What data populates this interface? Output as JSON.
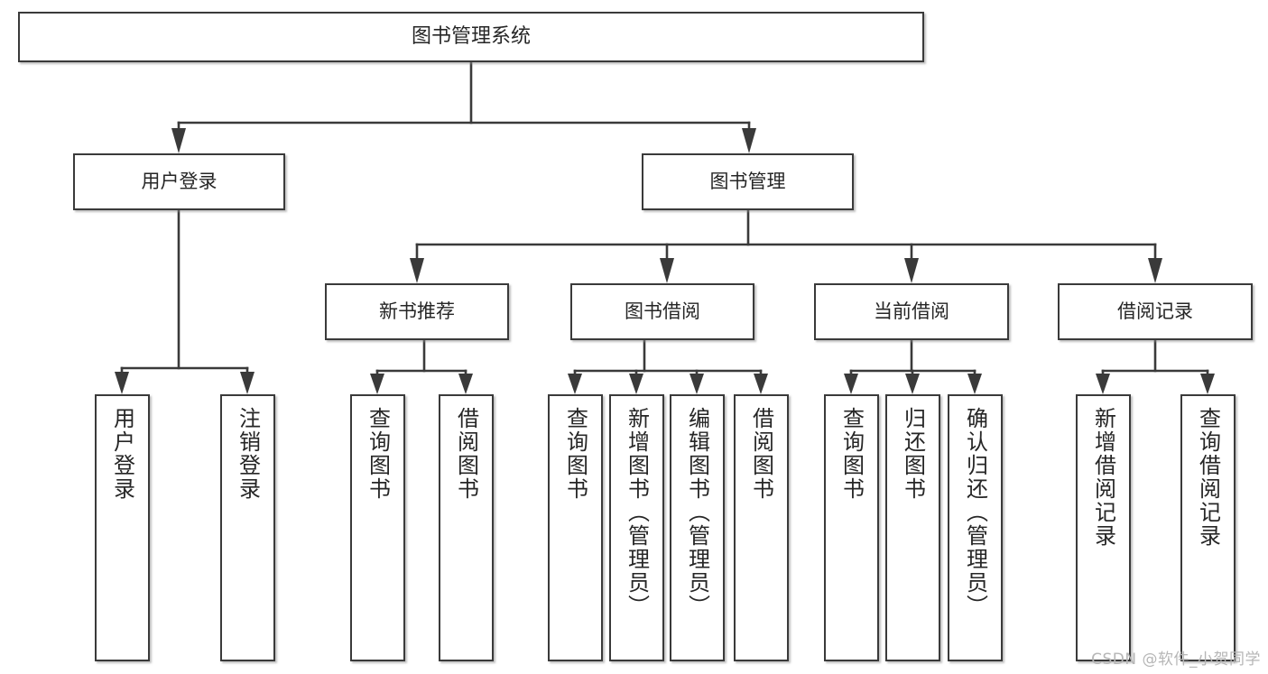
{
  "diagram": {
    "title": "图书管理系统",
    "type": "hierarchy-tree",
    "root": {
      "id": "root",
      "label": "图书管理系统"
    },
    "level2": [
      {
        "id": "user-login",
        "label": "用户登录"
      },
      {
        "id": "book-manage",
        "label": "图书管理"
      }
    ],
    "level3": [
      {
        "id": "new-book-rec",
        "label": "新书推荐",
        "parent": "book-manage"
      },
      {
        "id": "book-borrow",
        "label": "图书借阅",
        "parent": "book-manage"
      },
      {
        "id": "current-borrow",
        "label": "当前借阅",
        "parent": "book-manage"
      },
      {
        "id": "borrow-record",
        "label": "借阅记录",
        "parent": "book-manage"
      }
    ],
    "leaves": [
      {
        "id": "leaf-user-login",
        "label": "用户登录",
        "parent": "user-login"
      },
      {
        "id": "leaf-logout-login",
        "label": "注销登录",
        "parent": "user-login"
      },
      {
        "id": "leaf-query-book-rec",
        "label": "查询图书",
        "parent": "new-book-rec"
      },
      {
        "id": "leaf-borrow-book-rec",
        "label": "借阅图书",
        "parent": "new-book-rec"
      },
      {
        "id": "leaf-query-book-borrow",
        "label": "查询图书",
        "parent": "book-borrow"
      },
      {
        "id": "leaf-add-book",
        "label": "新增图书（管理员）",
        "parent": "book-borrow"
      },
      {
        "id": "leaf-edit-book",
        "label": "编辑图书（管理员）",
        "parent": "book-borrow"
      },
      {
        "id": "leaf-borrow-book",
        "label": "借阅图书",
        "parent": "book-borrow"
      },
      {
        "id": "leaf-query-book-current",
        "label": "查询图书",
        "parent": "current-borrow"
      },
      {
        "id": "leaf-return-book",
        "label": "归还图书",
        "parent": "current-borrow"
      },
      {
        "id": "leaf-confirm-return",
        "label": "确认归还（管理员）",
        "parent": "current-borrow"
      },
      {
        "id": "leaf-add-record",
        "label": "新增借阅记录",
        "parent": "borrow-record"
      },
      {
        "id": "leaf-query-record",
        "label": "查询借阅记录",
        "parent": "borrow-record"
      }
    ],
    "colors": {
      "border": "#3a3a3a",
      "text": "#262626",
      "background": "#ffffff",
      "watermark": "#b6b6b6"
    }
  },
  "watermark": {
    "text": "CSDN @软件_小贺同学"
  }
}
